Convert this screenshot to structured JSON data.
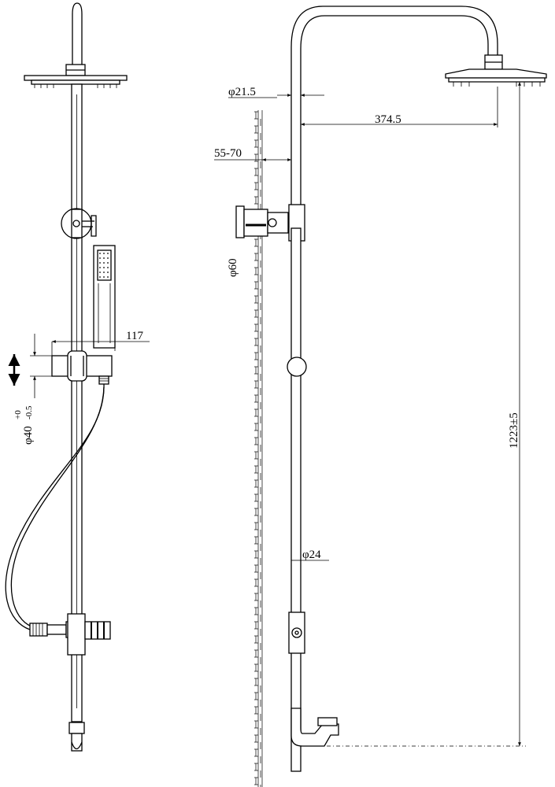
{
  "dimensions": {
    "inlet_diameter": "φ21.5",
    "arm_length": "374.5",
    "wall_distance": "55-70",
    "flange_diameter": "φ60",
    "holder_offset": "117",
    "holder_range": "φ40",
    "holder_range_tol_upper": "+0",
    "holder_range_tol_lower": "-0.5",
    "rail_diameter": "φ24",
    "overall_height": "1223±5"
  }
}
